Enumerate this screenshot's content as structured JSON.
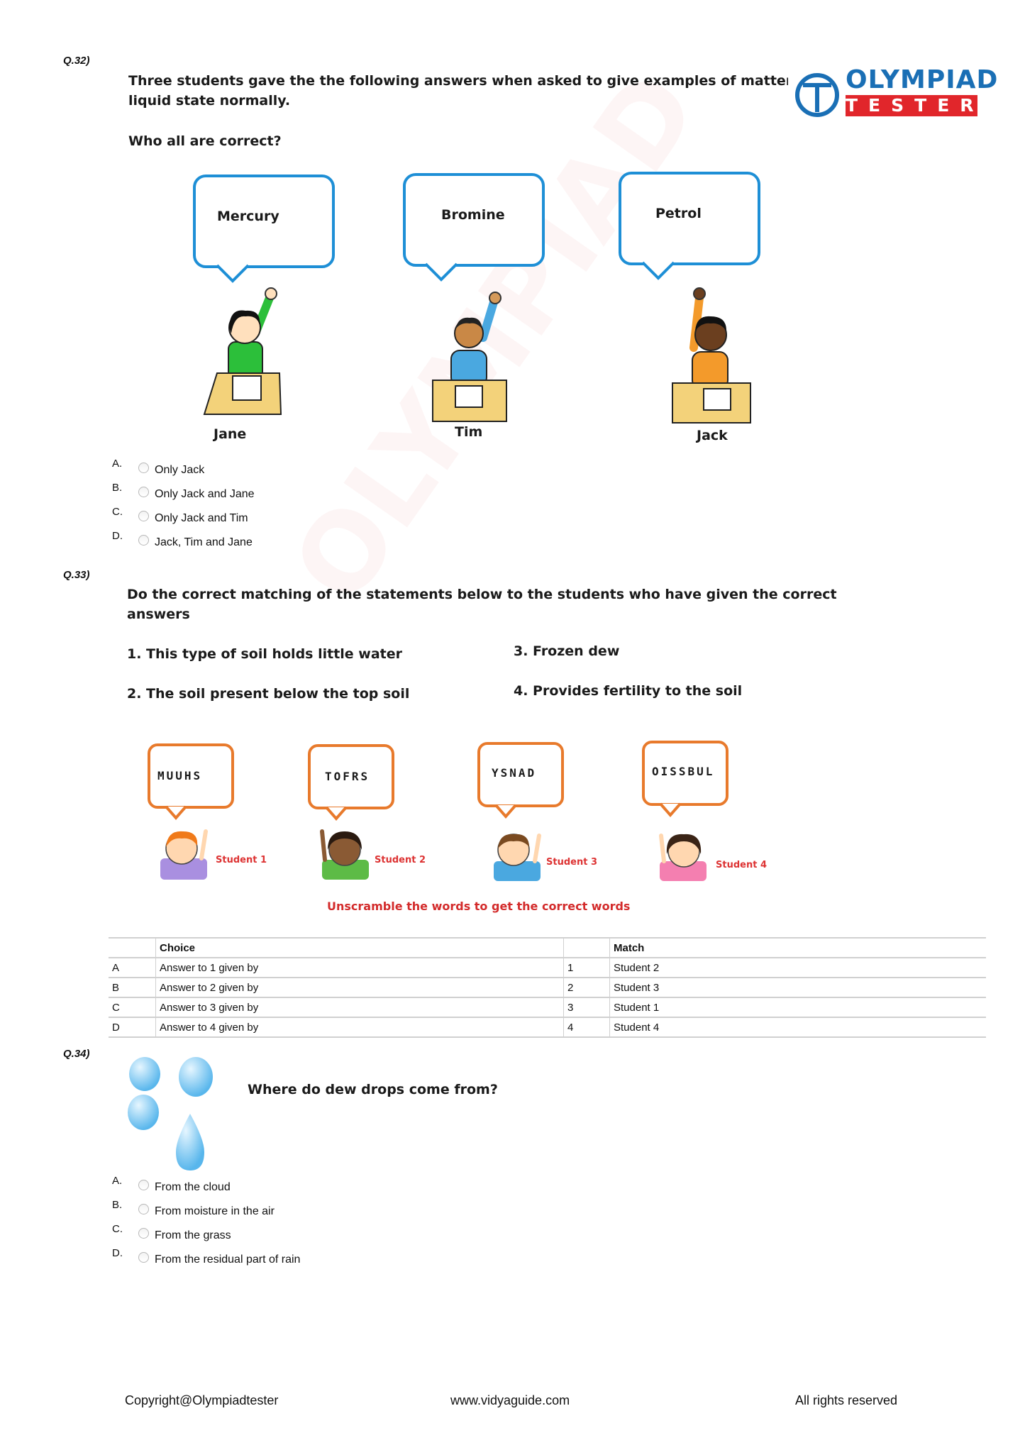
{
  "logo": {
    "line1": "OLYMPIAD",
    "line2": "TESTER",
    "blue": "#1a6fb5",
    "red": "#e1262b"
  },
  "q32": {
    "number": "Q.32)",
    "text_line1": "Three students gave the the following answers when asked to give examples of matter which are",
    "text_line2": "liquid state normally.",
    "sub": "Who all are correct?",
    "students": [
      {
        "answer": "Mercury",
        "name": "Jane"
      },
      {
        "answer": "Bromine",
        "name": "Tim"
      },
      {
        "answer": "Petrol",
        "name": "Jack"
      }
    ],
    "options": [
      {
        "letter": "A.",
        "text": "Only Jack"
      },
      {
        "letter": "B.",
        "text": "Only Jack and Jane"
      },
      {
        "letter": "C.",
        "text": "Only Jack and Tim"
      },
      {
        "letter": "D.",
        "text": "Jack, Tim and Jane"
      }
    ]
  },
  "q33": {
    "number": "Q.33)",
    "text_line1": "Do the correct matching of the statements below to the students who have given the correct",
    "text_line2": "answers",
    "statements": [
      "1. This type of soil holds little water",
      "2. The soil present below the top soil",
      "3. Frozen dew",
      "4. Provides fertility to the soil"
    ],
    "scrambled": [
      {
        "word": "MUUHS",
        "label": "Student 1"
      },
      {
        "word": "TOFRS",
        "label": "Student 2"
      },
      {
        "word": "YSNAD",
        "label": "Student 3"
      },
      {
        "word": "OISSBUL",
        "label": "Student 4"
      }
    ],
    "instruction": "Unscramble the words to get the correct words",
    "table": {
      "header_choice": "Choice",
      "header_match": "Match",
      "rows": [
        {
          "letter": "A",
          "choice": "Answer to 1 given by",
          "num": "1",
          "match": "Student 2"
        },
        {
          "letter": "B",
          "choice": "Answer to 2 given by",
          "num": "2",
          "match": "Student 3"
        },
        {
          "letter": "C",
          "choice": "Answer to 3 given by",
          "num": "3",
          "match": "Student 1"
        },
        {
          "letter": "D",
          "choice": "Answer to 4 given by",
          "num": "4",
          "match": "Student 4"
        }
      ]
    }
  },
  "q34": {
    "number": "Q.34)",
    "text": "Where do dew drops come from?",
    "options": [
      {
        "letter": "A.",
        "text": "From the cloud"
      },
      {
        "letter": "B.",
        "text": "From moisture in the air"
      },
      {
        "letter": "C.",
        "text": "From the grass"
      },
      {
        "letter": "D.",
        "text": "From the residual part of rain"
      }
    ]
  },
  "footer": {
    "left": "Copyright@Olympiadtester",
    "center": "www.vidyaguide.com",
    "right": "All rights reserved"
  }
}
